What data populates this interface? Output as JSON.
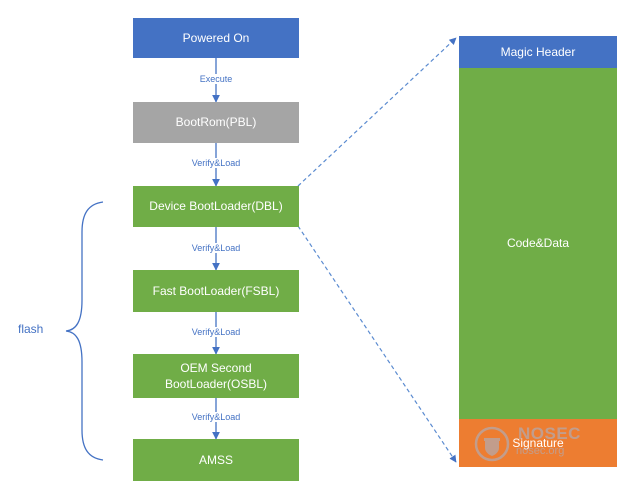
{
  "colors": {
    "blue": "#4472c4",
    "gray": "#a5a5a5",
    "green": "#70ad47",
    "orange": "#ed7d31",
    "arrow": "#4472c4"
  },
  "flow": {
    "powered_on": "Powered On",
    "bootrom": "BootRom(PBL)",
    "dbl": "Device BootLoader(DBL)",
    "fsbl": "Fast BootLoader(FSBL)",
    "osbl": "OEM Second\nBootLoader(OSBL)",
    "amss": "AMSS"
  },
  "edges": {
    "execute": "Execute",
    "verify_load_1": "Verify&Load",
    "verify_load_2": "Verify&Load",
    "verify_load_3": "Verify&Load",
    "verify_load_4": "Verify&Load"
  },
  "flash_label": "flash",
  "image_layout": {
    "magic_header": "Magic Header",
    "code_data": "Code&Data",
    "signature": "Signature"
  },
  "watermark": {
    "line1": "NOSEC",
    "line2": "nosec.org",
    "icon": "shield-icon"
  }
}
